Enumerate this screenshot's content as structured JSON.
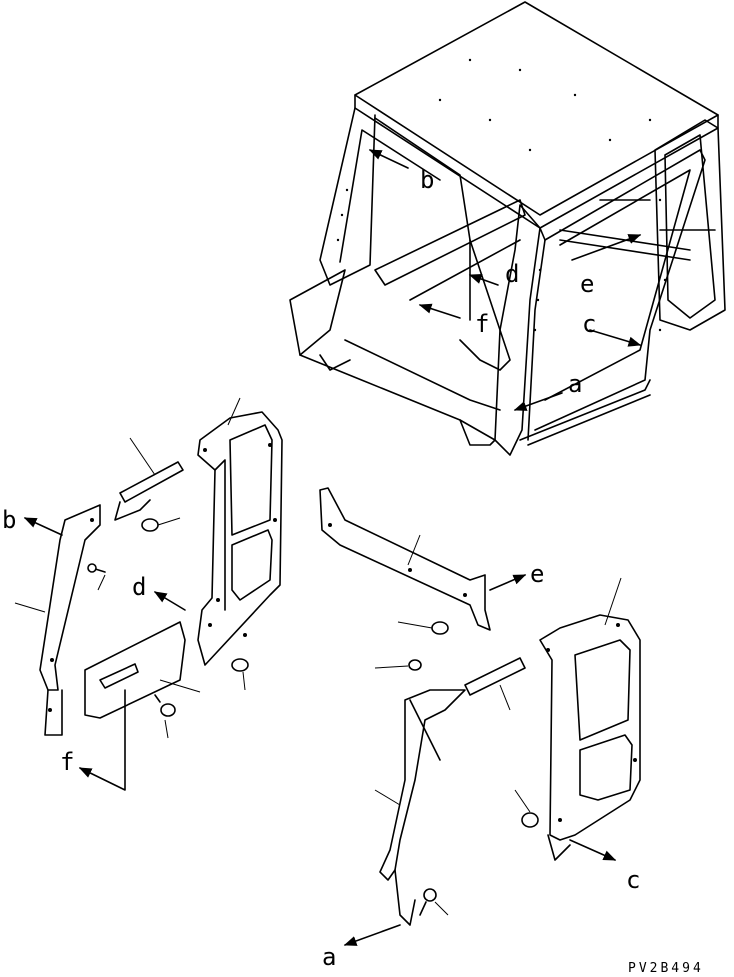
{
  "labels": {
    "a": "a",
    "b": "b",
    "c": "c",
    "d": "d",
    "e": "e",
    "f": "f"
  },
  "drawing_code": "PV2B494"
}
